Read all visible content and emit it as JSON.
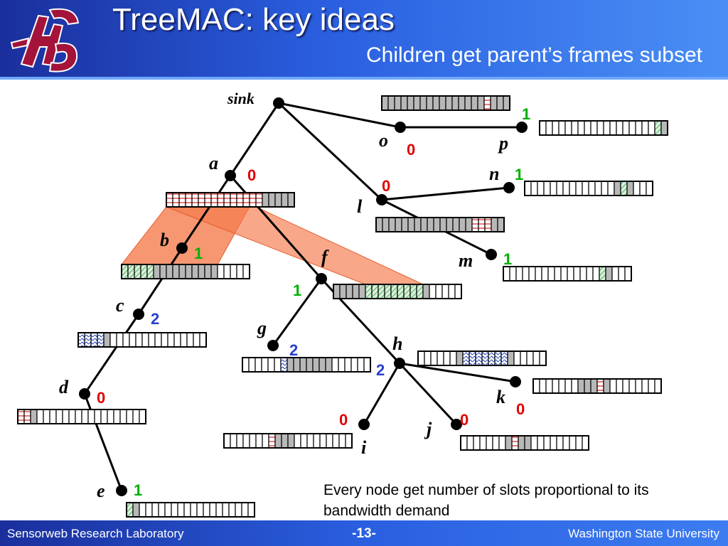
{
  "slide": {
    "title": "TreeMAC: key ideas",
    "subtitle": "Children get parent’s frames subset",
    "note": "Every node get number of slots proportional to its bandwidth demand",
    "logo_icon": "wsu-cougar-logo"
  },
  "footer": {
    "left": "Sensorweb Research Laboratory",
    "center": "-13-",
    "right": "Washington State University"
  },
  "colors": {
    "header": "#2a5fe0",
    "red_number": "#e00000",
    "green_number": "#00b000",
    "blue_number": "#2a3fcf",
    "highlight": "#f47a4a"
  },
  "nodes": [
    {
      "id": "sink",
      "label": "sink",
      "number": ""
    },
    {
      "id": "a",
      "label": "a",
      "number": "0",
      "number_color": "red"
    },
    {
      "id": "b",
      "label": "b",
      "number": "1",
      "number_color": "green"
    },
    {
      "id": "c",
      "label": "c",
      "number": "2",
      "number_color": "blue"
    },
    {
      "id": "d",
      "label": "d",
      "number": "0",
      "number_color": "red"
    },
    {
      "id": "e",
      "label": "e",
      "number": "1",
      "number_color": "green"
    },
    {
      "id": "f",
      "label": "f",
      "number": "1",
      "number_color": "green"
    },
    {
      "id": "g",
      "label": "g",
      "number": "2",
      "number_color": "blue"
    },
    {
      "id": "h",
      "label": "h",
      "number": "2",
      "number_color": "blue"
    },
    {
      "id": "i",
      "label": "i",
      "number": "0",
      "number_color": "red"
    },
    {
      "id": "j",
      "label": "j",
      "number": "0",
      "number_color": "red"
    },
    {
      "id": "k",
      "label": "k",
      "number": "0",
      "number_color": "red"
    },
    {
      "id": "l",
      "label": "l",
      "number": "0",
      "number_color": "red"
    },
    {
      "id": "m",
      "label": "m",
      "number": "1",
      "number_color": "green"
    },
    {
      "id": "n",
      "label": "n",
      "number": "1",
      "number_color": "green"
    },
    {
      "id": "o",
      "label": "o",
      "number": "0",
      "number_color": "red"
    },
    {
      "id": "p",
      "label": "p",
      "number": "1",
      "number_color": "green"
    }
  ],
  "edges": [
    [
      "sink",
      "a"
    ],
    [
      "sink",
      "l"
    ],
    [
      "sink",
      "o"
    ],
    [
      "o",
      "p"
    ],
    [
      "a",
      "b"
    ],
    [
      "a",
      "f"
    ],
    [
      "b",
      "c"
    ],
    [
      "c",
      "d"
    ],
    [
      "d",
      "e"
    ],
    [
      "f",
      "g"
    ],
    [
      "f",
      "h"
    ],
    [
      "h",
      "i"
    ],
    [
      "h",
      "j"
    ],
    [
      "h",
      "k"
    ],
    [
      "l",
      "n"
    ],
    [
      "l",
      "m"
    ]
  ],
  "frames": [
    {
      "owner": "o",
      "slots": [
        "g",
        "g",
        "g",
        "g",
        "g",
        "g",
        "g",
        "g",
        "g",
        "g",
        "g",
        "g",
        "g",
        "g",
        "g",
        "g",
        "r",
        "g",
        "g",
        "g"
      ]
    },
    {
      "owner": "p",
      "slots": [
        "w",
        "w",
        "w",
        "w",
        "w",
        "w",
        "w",
        "w",
        "w",
        "w",
        "w",
        "w",
        "w",
        "w",
        "w",
        "w",
        "w",
        "w",
        "gs",
        "g"
      ]
    },
    {
      "owner": "a",
      "slots": [
        "r",
        "r",
        "r",
        "r",
        "r",
        "r",
        "r",
        "r",
        "r",
        "r",
        "r",
        "r",
        "r",
        "r",
        "r",
        "g",
        "g",
        "g",
        "g",
        "g"
      ]
    },
    {
      "owner": "n",
      "slots": [
        "w",
        "w",
        "w",
        "w",
        "w",
        "w",
        "w",
        "w",
        "w",
        "w",
        "w",
        "w",
        "w",
        "w",
        "g",
        "gs",
        "g",
        "w",
        "w",
        "w"
      ]
    },
    {
      "owner": "l",
      "slots": [
        "g",
        "g",
        "g",
        "g",
        "g",
        "g",
        "g",
        "g",
        "g",
        "g",
        "g",
        "g",
        "g",
        "g",
        "g",
        "r",
        "r",
        "r",
        "g",
        "g"
      ]
    },
    {
      "owner": "m",
      "slots": [
        "w",
        "w",
        "w",
        "w",
        "w",
        "w",
        "w",
        "w",
        "w",
        "w",
        "w",
        "w",
        "w",
        "w",
        "w",
        "gs",
        "g",
        "w",
        "w",
        "w"
      ]
    },
    {
      "owner": "b",
      "slots": [
        "gs",
        "gs",
        "gs",
        "gs",
        "gs",
        "g",
        "g",
        "g",
        "g",
        "g",
        "g",
        "g",
        "g",
        "g",
        "g",
        "w",
        "w",
        "w",
        "w",
        "w"
      ]
    },
    {
      "owner": "f",
      "slots": [
        "g",
        "g",
        "g",
        "g",
        "g",
        "gs",
        "gs",
        "gs",
        "gs",
        "gs",
        "gs",
        "gs",
        "gs",
        "gs",
        "g",
        "w",
        "w",
        "w",
        "w",
        "w"
      ]
    },
    {
      "owner": "c",
      "slots": [
        "bw",
        "bw",
        "bw",
        "bw",
        "g",
        "w",
        "w",
        "w",
        "w",
        "w",
        "w",
        "w",
        "w",
        "w",
        "w",
        "w",
        "w",
        "w",
        "w",
        "w"
      ]
    },
    {
      "owner": "g",
      "slots": [
        "w",
        "w",
        "w",
        "w",
        "w",
        "w",
        "bw",
        "g",
        "g",
        "g",
        "g",
        "g",
        "g",
        "g",
        "w",
        "w",
        "w",
        "w",
        "w",
        "w"
      ]
    },
    {
      "owner": "h",
      "slots": [
        "w",
        "w",
        "w",
        "w",
        "w",
        "w",
        "g",
        "bw",
        "bw",
        "bw",
        "bw",
        "bw",
        "bw",
        "bw",
        "g",
        "w",
        "w",
        "w",
        "w",
        "w"
      ]
    },
    {
      "owner": "k",
      "slots": [
        "w",
        "w",
        "w",
        "w",
        "w",
        "w",
        "w",
        "g",
        "g",
        "g",
        "r",
        "g",
        "w",
        "w",
        "w",
        "w",
        "w",
        "w",
        "w",
        "w"
      ]
    },
    {
      "owner": "d",
      "slots": [
        "r",
        "r",
        "g",
        "w",
        "w",
        "w",
        "w",
        "w",
        "w",
        "w",
        "w",
        "w",
        "w",
        "w",
        "w",
        "w",
        "w",
        "w",
        "w",
        "w"
      ]
    },
    {
      "owner": "i",
      "slots": [
        "w",
        "w",
        "w",
        "w",
        "w",
        "w",
        "w",
        "r",
        "g",
        "g",
        "g",
        "w",
        "w",
        "w",
        "w",
        "w",
        "w",
        "w",
        "w",
        "w"
      ]
    },
    {
      "owner": "j",
      "slots": [
        "w",
        "w",
        "w",
        "w",
        "w",
        "w",
        "w",
        "g",
        "r",
        "g",
        "g",
        "w",
        "w",
        "w",
        "w",
        "w",
        "w",
        "w",
        "w",
        "w"
      ]
    },
    {
      "owner": "e",
      "slots": [
        "gs",
        "g",
        "w",
        "w",
        "w",
        "w",
        "w",
        "w",
        "w",
        "w",
        "w",
        "w",
        "w",
        "w",
        "w",
        "w",
        "w",
        "w",
        "w",
        "w"
      ]
    }
  ]
}
